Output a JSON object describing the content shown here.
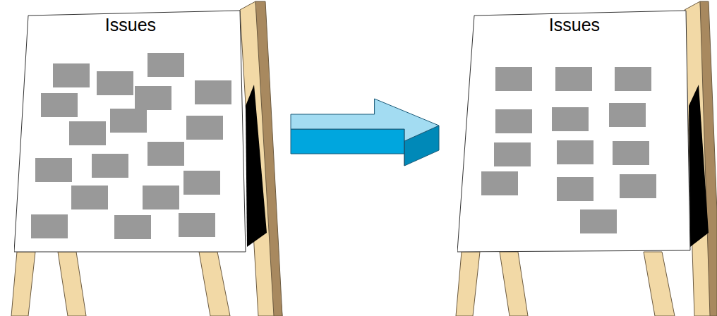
{
  "diagram": {
    "nodes": [
      {
        "text": [
          "Issues"
        ]
      },
      {
        "text": [
          "Issues"
        ]
      }
    ],
    "edges": [
      {
        "from": 0,
        "to": 1,
        "arrow": "to"
      }
    ]
  }
}
